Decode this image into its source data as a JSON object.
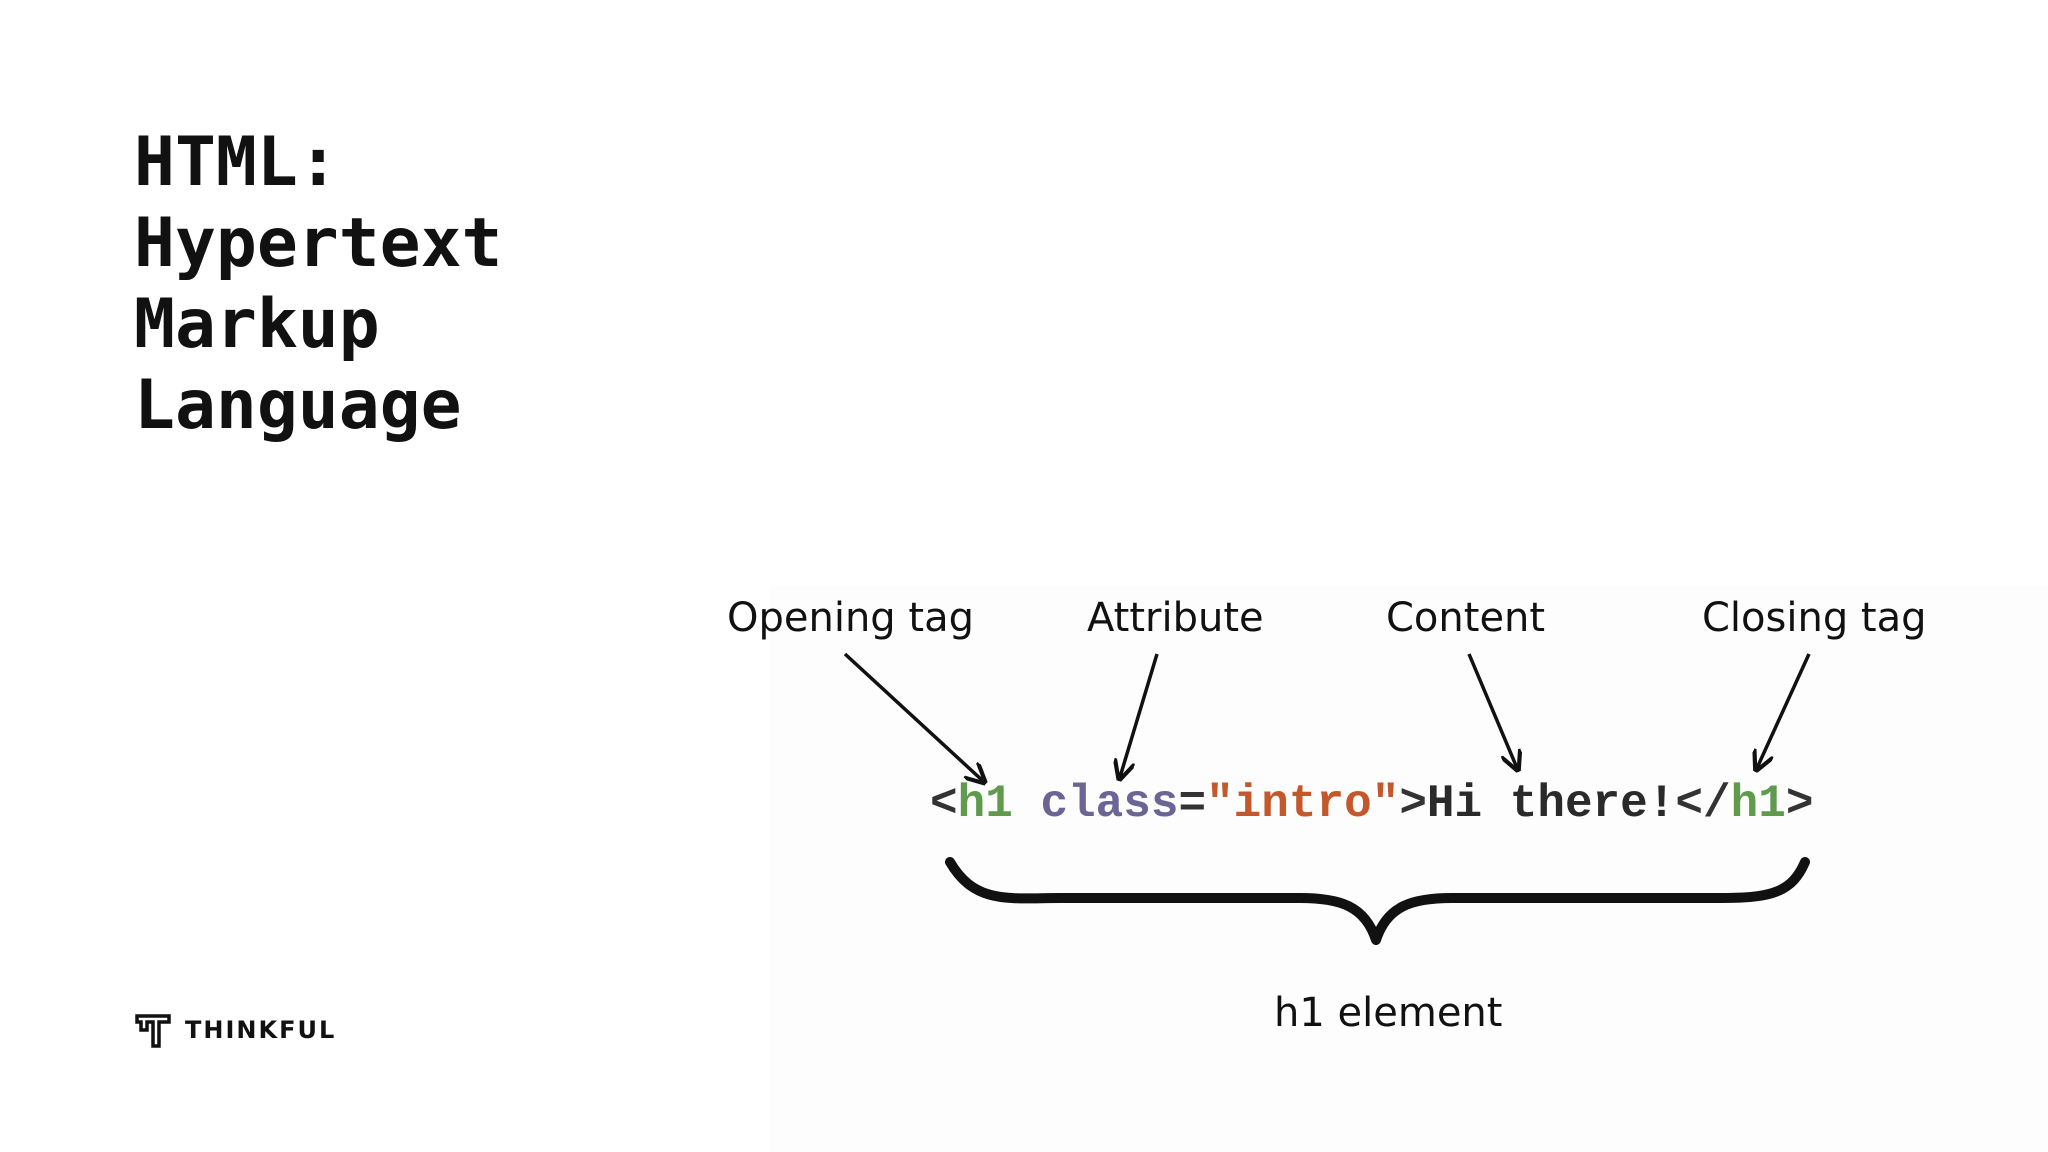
{
  "title": {
    "line1": "HTML:",
    "line2": "Hypertext",
    "line3": "Markup",
    "line4": "Language"
  },
  "diagram": {
    "labels": {
      "opening": "Opening tag",
      "attribute": "Attribute",
      "content": "Content",
      "closing": "Closing tag",
      "element": "h1 element"
    },
    "code": {
      "lt": "<",
      "open_tag": "h1",
      "space": " ",
      "attr_name": "class",
      "equals": "=",
      "attr_value": "\"intro\"",
      "gt": ">",
      "content": "Hi there!",
      "close_lt": "</",
      "close_tag": "h1",
      "close_gt": ">"
    },
    "colors": {
      "tag": "#5f9a4d",
      "attribute": "#6b6596",
      "value": "#c4582b",
      "text": "#2a2a2a"
    }
  },
  "brand": {
    "name": "THINKFUL"
  }
}
